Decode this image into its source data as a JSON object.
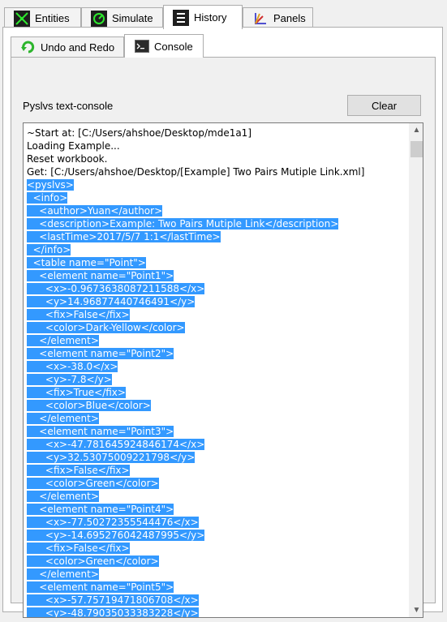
{
  "top_tabs": [
    {
      "label": "Entities",
      "icon": "entities-icon"
    },
    {
      "label": "Simulate",
      "icon": "simulate-icon"
    },
    {
      "label": "History",
      "icon": "history-icon",
      "active": true
    },
    {
      "label": "Panels",
      "icon": "panels-icon"
    }
  ],
  "sub_tabs": [
    {
      "label": "Undo and Redo",
      "icon": "undo-redo-icon"
    },
    {
      "label": "Console",
      "icon": "console-icon",
      "active": true
    }
  ],
  "console": {
    "title": "Pyslvs text-console",
    "clear_label": "Clear"
  },
  "colors": {
    "selection": "#3399ff",
    "selection_text": "#ffffff"
  },
  "console_lines": [
    {
      "text": "~Start at: [C:/Users/ahshoe/Desktop/mde1a1]",
      "selected": false
    },
    {
      "text": "Loading Example...",
      "selected": false
    },
    {
      "text": "Reset workbook.",
      "selected": false
    },
    {
      "text": "Get: [C:/Users/ahshoe/Desktop/[Example] Two Pairs Mutiple Link.xml]",
      "selected": false
    },
    {
      "text": "<pyslvs>",
      "selected": true
    },
    {
      "text": "  <info>",
      "selected": true
    },
    {
      "text": "    <author>Yuan</author>",
      "selected": true
    },
    {
      "text": "    <description>Example: Two Pairs Mutiple Link</description>",
      "selected": true
    },
    {
      "text": "    <lastTime>2017/5/7 1:1</lastTime>",
      "selected": true
    },
    {
      "text": "  </info>",
      "selected": true
    },
    {
      "text": "  <table name=\"Point\">",
      "selected": true
    },
    {
      "text": "    <element name=\"Point1\">",
      "selected": true
    },
    {
      "text": "      <x>-0.9673638087211588</x>",
      "selected": true
    },
    {
      "text": "      <y>14.96877440746491</y>",
      "selected": true
    },
    {
      "text": "      <fix>False</fix>",
      "selected": true
    },
    {
      "text": "      <color>Dark-Yellow</color>",
      "selected": true
    },
    {
      "text": "    </element>",
      "selected": true
    },
    {
      "text": "    <element name=\"Point2\">",
      "selected": true
    },
    {
      "text": "      <x>-38.0</x>",
      "selected": true
    },
    {
      "text": "      <y>-7.8</y>",
      "selected": true
    },
    {
      "text": "      <fix>True</fix>",
      "selected": true
    },
    {
      "text": "      <color>Blue</color>",
      "selected": true
    },
    {
      "text": "    </element>",
      "selected": true
    },
    {
      "text": "    <element name=\"Point3\">",
      "selected": true
    },
    {
      "text": "      <x>-47.781645924846174</x>",
      "selected": true
    },
    {
      "text": "      <y>32.53075009221798</y>",
      "selected": true
    },
    {
      "text": "      <fix>False</fix>",
      "selected": true
    },
    {
      "text": "      <color>Green</color>",
      "selected": true
    },
    {
      "text": "    </element>",
      "selected": true
    },
    {
      "text": "    <element name=\"Point4\">",
      "selected": true
    },
    {
      "text": "      <x>-77.50272355544476</x>",
      "selected": true
    },
    {
      "text": "      <y>-14.695276042487995</y>",
      "selected": true
    },
    {
      "text": "      <fix>False</fix>",
      "selected": true
    },
    {
      "text": "      <color>Green</color>",
      "selected": true
    },
    {
      "text": "    </element>",
      "selected": true
    },
    {
      "text": "    <element name=\"Point5\">",
      "selected": true
    },
    {
      "text": "      <x>-57.75719471806708</x>",
      "selected": true
    },
    {
      "text": "      <y>-48.79035033383228</y>",
      "selected": true
    }
  ]
}
